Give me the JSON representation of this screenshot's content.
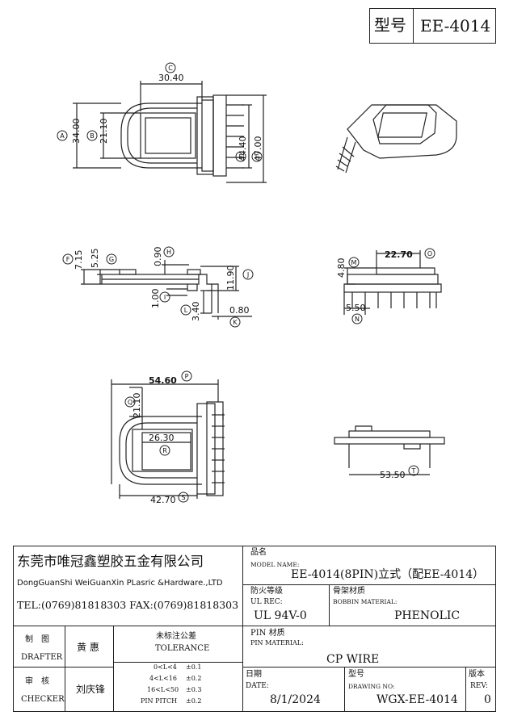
{
  "header": {
    "model_label": "型号",
    "model_value": "EE-4014"
  },
  "drawing": {
    "top_view": {
      "c_value": "30.40",
      "c_mark": "C",
      "a_value": "34.00",
      "a_mark": "A",
      "b_value": "21.10",
      "b_mark": "B",
      "e_value": "44.40",
      "e_mark": "E",
      "total_value": "47.00",
      "total_mark": "F"
    },
    "side_view": {
      "f_value": "7.15",
      "f_mark": "F",
      "g_value": "5.25",
      "g_mark": "G",
      "h_value": "0.90",
      "h_mark": "H",
      "j_value": "11.90",
      "j_mark": "J",
      "i_value": "1.00",
      "i_mark": "I",
      "l_value": "3.40",
      "l_mark": "L",
      "k_value": "0.80",
      "k_mark": "K"
    },
    "front_view": {
      "o_value": "22.70",
      "o_mark": "O",
      "m_value": "4.80",
      "m_mark": "M",
      "n_value": "5.50",
      "n_mark": "N"
    },
    "bottom_view": {
      "p_value": "54.60",
      "p_mark": "P",
      "q_value": "21.10",
      "q_mark": "Q",
      "r_value": "26.30",
      "r_mark": "R",
      "s_value": "42.70",
      "s_mark": "S"
    },
    "lower_side_view": {
      "t_value": "53.50",
      "t_mark": "T"
    }
  },
  "title_block": {
    "company_cn": "东莞市唯冠鑫塑胶五金有限公司",
    "company_en": "DongGuanShi WeiGuanXin PLasric &Hardware.,LTD",
    "contact": "TEL:(0769)81818303 FAX:(0769)81818303",
    "product_name_cn": "品名",
    "product_name_en": "MODEL NAME:",
    "product_name_value": "EE-4014(8PIN)立式（配EE-4014）",
    "flame_cn": "防火等级",
    "flame_en": "UL REC:",
    "flame_value": "UL 94V-0",
    "bobbin_cn": "骨架材质",
    "bobbin_en": "BOBBIN MATERIAL:",
    "bobbin_value": "PHENOLIC",
    "drafter_cn": "制　图",
    "drafter_en": "DRAFTER",
    "drafter_name": "黄 惠",
    "tolerance_cn": "未标注公差",
    "tolerance_en": "TOLERANCE",
    "pin_cn": "PIN 材质",
    "pin_en": "PIN MATERIAL:",
    "pin_value": "CP WIRE",
    "checker_cn": "审　核",
    "checker_en": "CHECKER",
    "checker_name": "刘庆锋",
    "tolerances": [
      {
        "range": "0<L<4",
        "value": "±0.1"
      },
      {
        "range": "4<L<16",
        "value": "±0.2"
      },
      {
        "range": "16<L<50",
        "value": "±0.3"
      },
      {
        "range": "PIN PITCH",
        "value": "±0.2"
      }
    ],
    "date_cn": "日期",
    "date_en": "DATE:",
    "date_value": "8/1/2024",
    "drawing_no_cn": "型号",
    "drawing_no_en": "DRAWING NO:",
    "drawing_no_value": "WGX-EE-4014",
    "rev_cn": "版本",
    "rev_en": "REV:",
    "rev_value": "0"
  }
}
